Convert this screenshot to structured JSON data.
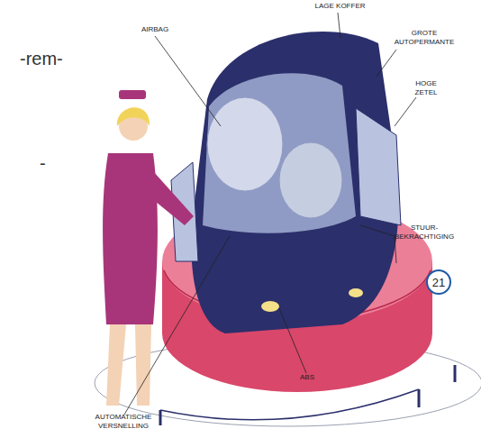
{
  "diagram": {
    "nodes": [
      {
        "text": [
          "21"
        ]
      }
    ],
    "labels": [
      "-rem-",
      "-",
      "LAGE KOFFER",
      "AIRBAG",
      "GROTE AUTOPERMANTE",
      "HOGE ZETEL",
      "STUUR- BEKRACHTIGING",
      "ABS",
      "AUTOMATISCHE VERSNELLING"
    ]
  }
}
